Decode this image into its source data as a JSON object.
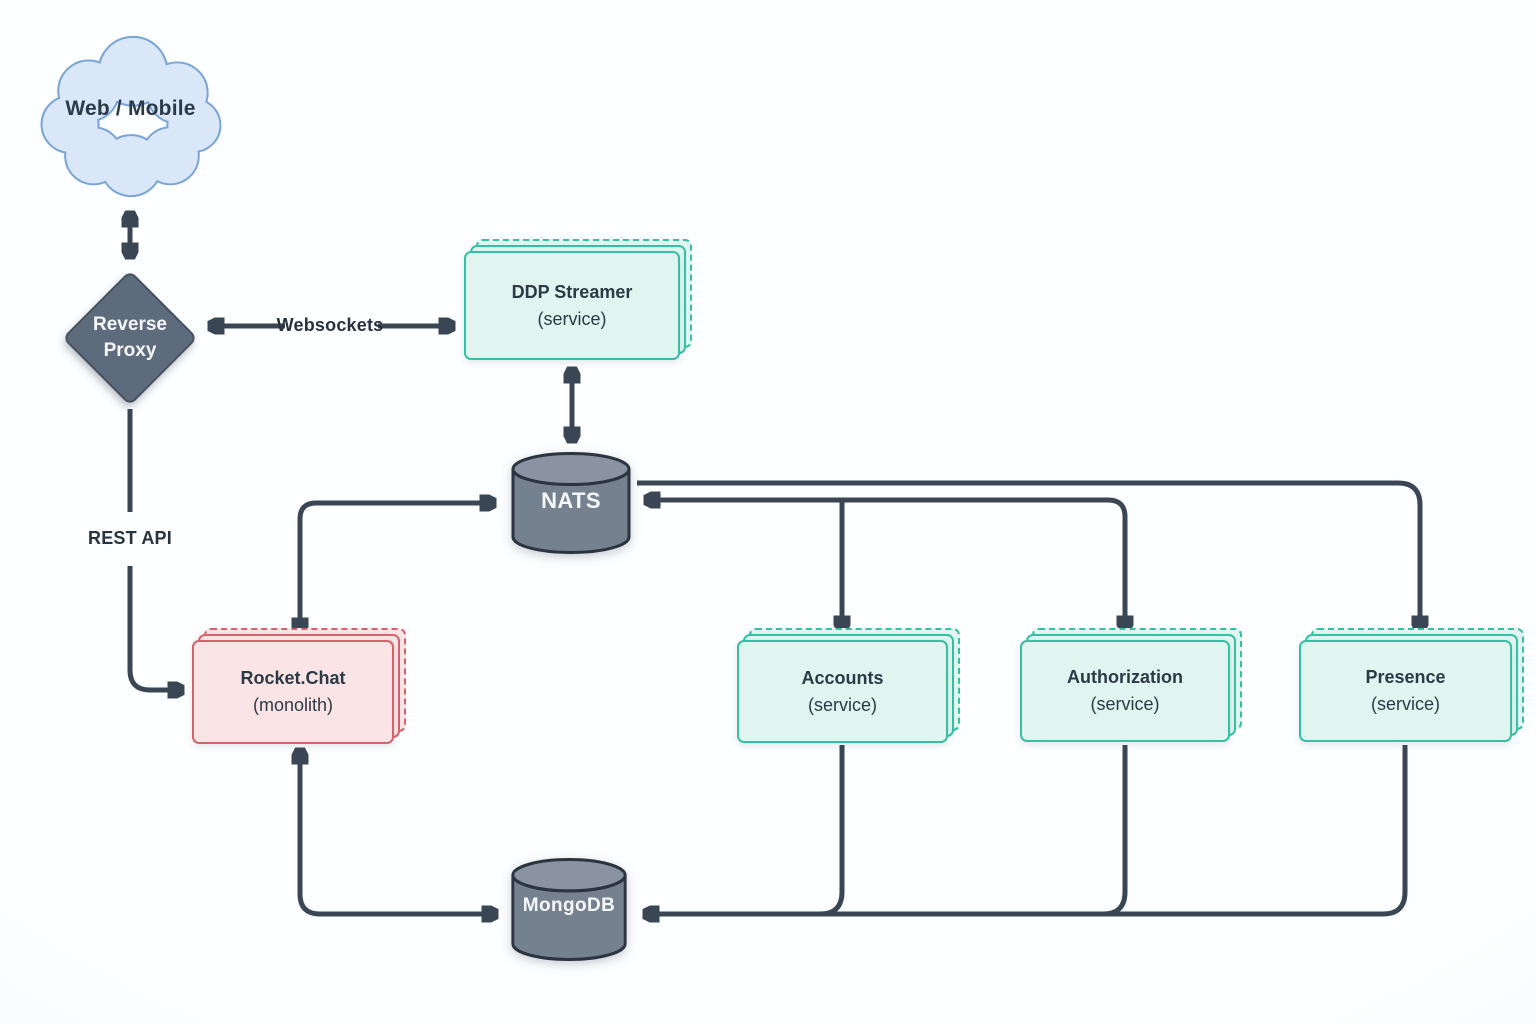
{
  "colors": {
    "line": "#3b4654",
    "mint_fill": "#e0f5ef",
    "teal_border": "#35c0a5",
    "pink_fill": "#fae4e6",
    "red_border": "#d4646c",
    "cylinder_fill": "#76818f",
    "cylinder_top": "#8a93a1",
    "cylinder_stroke": "#2b3440",
    "diamond_fill": "#5e6b7c",
    "diamond_edge": "#46525f",
    "cloud_fill": "#d9e7f8",
    "cloud_stroke": "#79a4d6",
    "text_dark": "#2c3947",
    "text_light": "#f5f7f9",
    "background": "#f8fafc"
  },
  "nodes": {
    "web_mobile": {
      "label": "Web / Mobile",
      "shape": "cloud"
    },
    "reverse_proxy": {
      "label": "Reverse Proxy",
      "shape": "diamond"
    },
    "ddp_streamer": {
      "title": "DDP Streamer",
      "subtitle": "(service)",
      "shape": "stacked-box"
    },
    "nats": {
      "label": "NATS",
      "shape": "cylinder"
    },
    "rocket_chat": {
      "title": "Rocket.Chat",
      "subtitle": "(monolith)",
      "shape": "stacked-box"
    },
    "accounts": {
      "title": "Accounts",
      "subtitle": "(service)",
      "shape": "stacked-box"
    },
    "authorization": {
      "title": "Authorization",
      "subtitle": "(service)",
      "shape": "stacked-box"
    },
    "presence": {
      "title": "Presence",
      "subtitle": "(service)",
      "shape": "stacked-box"
    },
    "mongodb": {
      "label": "MongoDB",
      "shape": "cylinder"
    }
  },
  "edge_labels": {
    "websockets": "Websockets",
    "rest_api": "REST API"
  },
  "connections": [
    {
      "from": "web_mobile",
      "to": "reverse_proxy",
      "direction": "bidirectional",
      "label": ""
    },
    {
      "from": "reverse_proxy",
      "to": "ddp_streamer",
      "direction": "bidirectional",
      "label": "Websockets"
    },
    {
      "from": "ddp_streamer",
      "to": "nats",
      "direction": "bidirectional",
      "label": ""
    },
    {
      "from": "reverse_proxy",
      "to": "rocket_chat",
      "direction": "one-way",
      "label": "REST API"
    },
    {
      "from": "nats",
      "to": "rocket_chat",
      "direction": "bidirectional",
      "label": ""
    },
    {
      "from": "nats",
      "to": "accounts",
      "direction": "one-way",
      "label": ""
    },
    {
      "from": "nats",
      "to": "authorization",
      "direction": "bidirectional",
      "label": ""
    },
    {
      "from": "nats",
      "to": "presence",
      "direction": "one-way",
      "label": ""
    },
    {
      "from": "accounts",
      "to": "mongodb",
      "direction": "one-way",
      "label": ""
    },
    {
      "from": "authorization",
      "to": "mongodb",
      "direction": "one-way",
      "label": ""
    },
    {
      "from": "presence",
      "to": "mongodb",
      "direction": "one-way",
      "label": ""
    },
    {
      "from": "rocket_chat",
      "to": "mongodb",
      "direction": "bidirectional",
      "label": ""
    }
  ]
}
